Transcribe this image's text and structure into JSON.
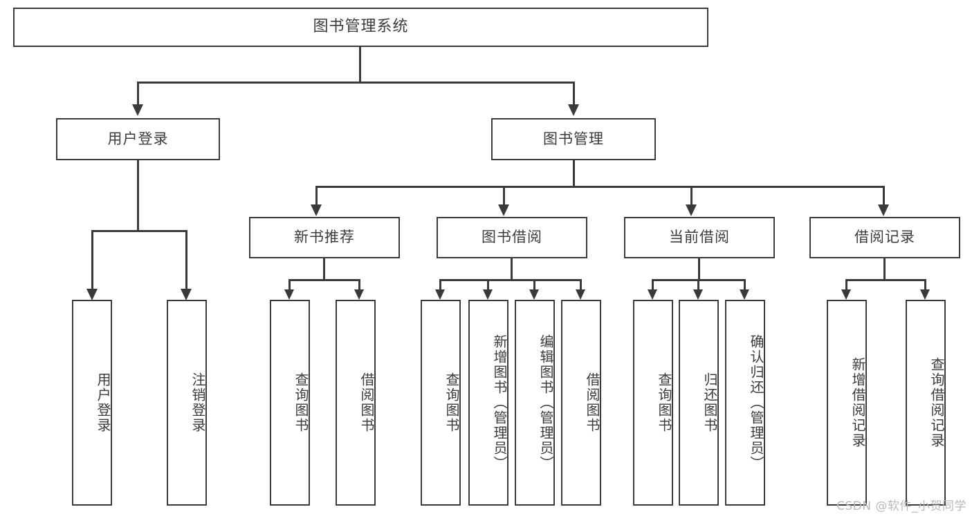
{
  "diagram": {
    "type": "tree",
    "title": "图书管理系统",
    "root": {
      "label": "图书管理系统"
    },
    "level2": [
      {
        "label": "用户登录"
      },
      {
        "label": "图书管理"
      }
    ],
    "level3": [
      {
        "label": "新书推荐"
      },
      {
        "label": "图书借阅"
      },
      {
        "label": "当前借阅"
      },
      {
        "label": "借阅记录"
      }
    ],
    "leaves": {
      "user_login": [
        {
          "label": "用户登录"
        },
        {
          "label": "注销登录"
        }
      ],
      "new_book_recommend": [
        {
          "label": "查询图书"
        },
        {
          "label": "借阅图书"
        }
      ],
      "book_borrow": [
        {
          "label": "查询图书"
        },
        {
          "label": "新增图书（管理员）"
        },
        {
          "label": "编辑图书（管理员）"
        },
        {
          "label": "借阅图书"
        }
      ],
      "current_borrow": [
        {
          "label": "查询图书"
        },
        {
          "label": "归还图书"
        },
        {
          "label": "确认归还（管理员）"
        }
      ],
      "borrow_record": [
        {
          "label": "新增借阅记录"
        },
        {
          "label": "查询借阅记录"
        }
      ]
    }
  },
  "watermark": {
    "text": "CSDN @软件_小贺同学"
  },
  "colors": {
    "stroke": "#3a3a3a",
    "text": "#3b3b3b",
    "background": "#ffffff",
    "watermark": "#b9b9b9"
  }
}
